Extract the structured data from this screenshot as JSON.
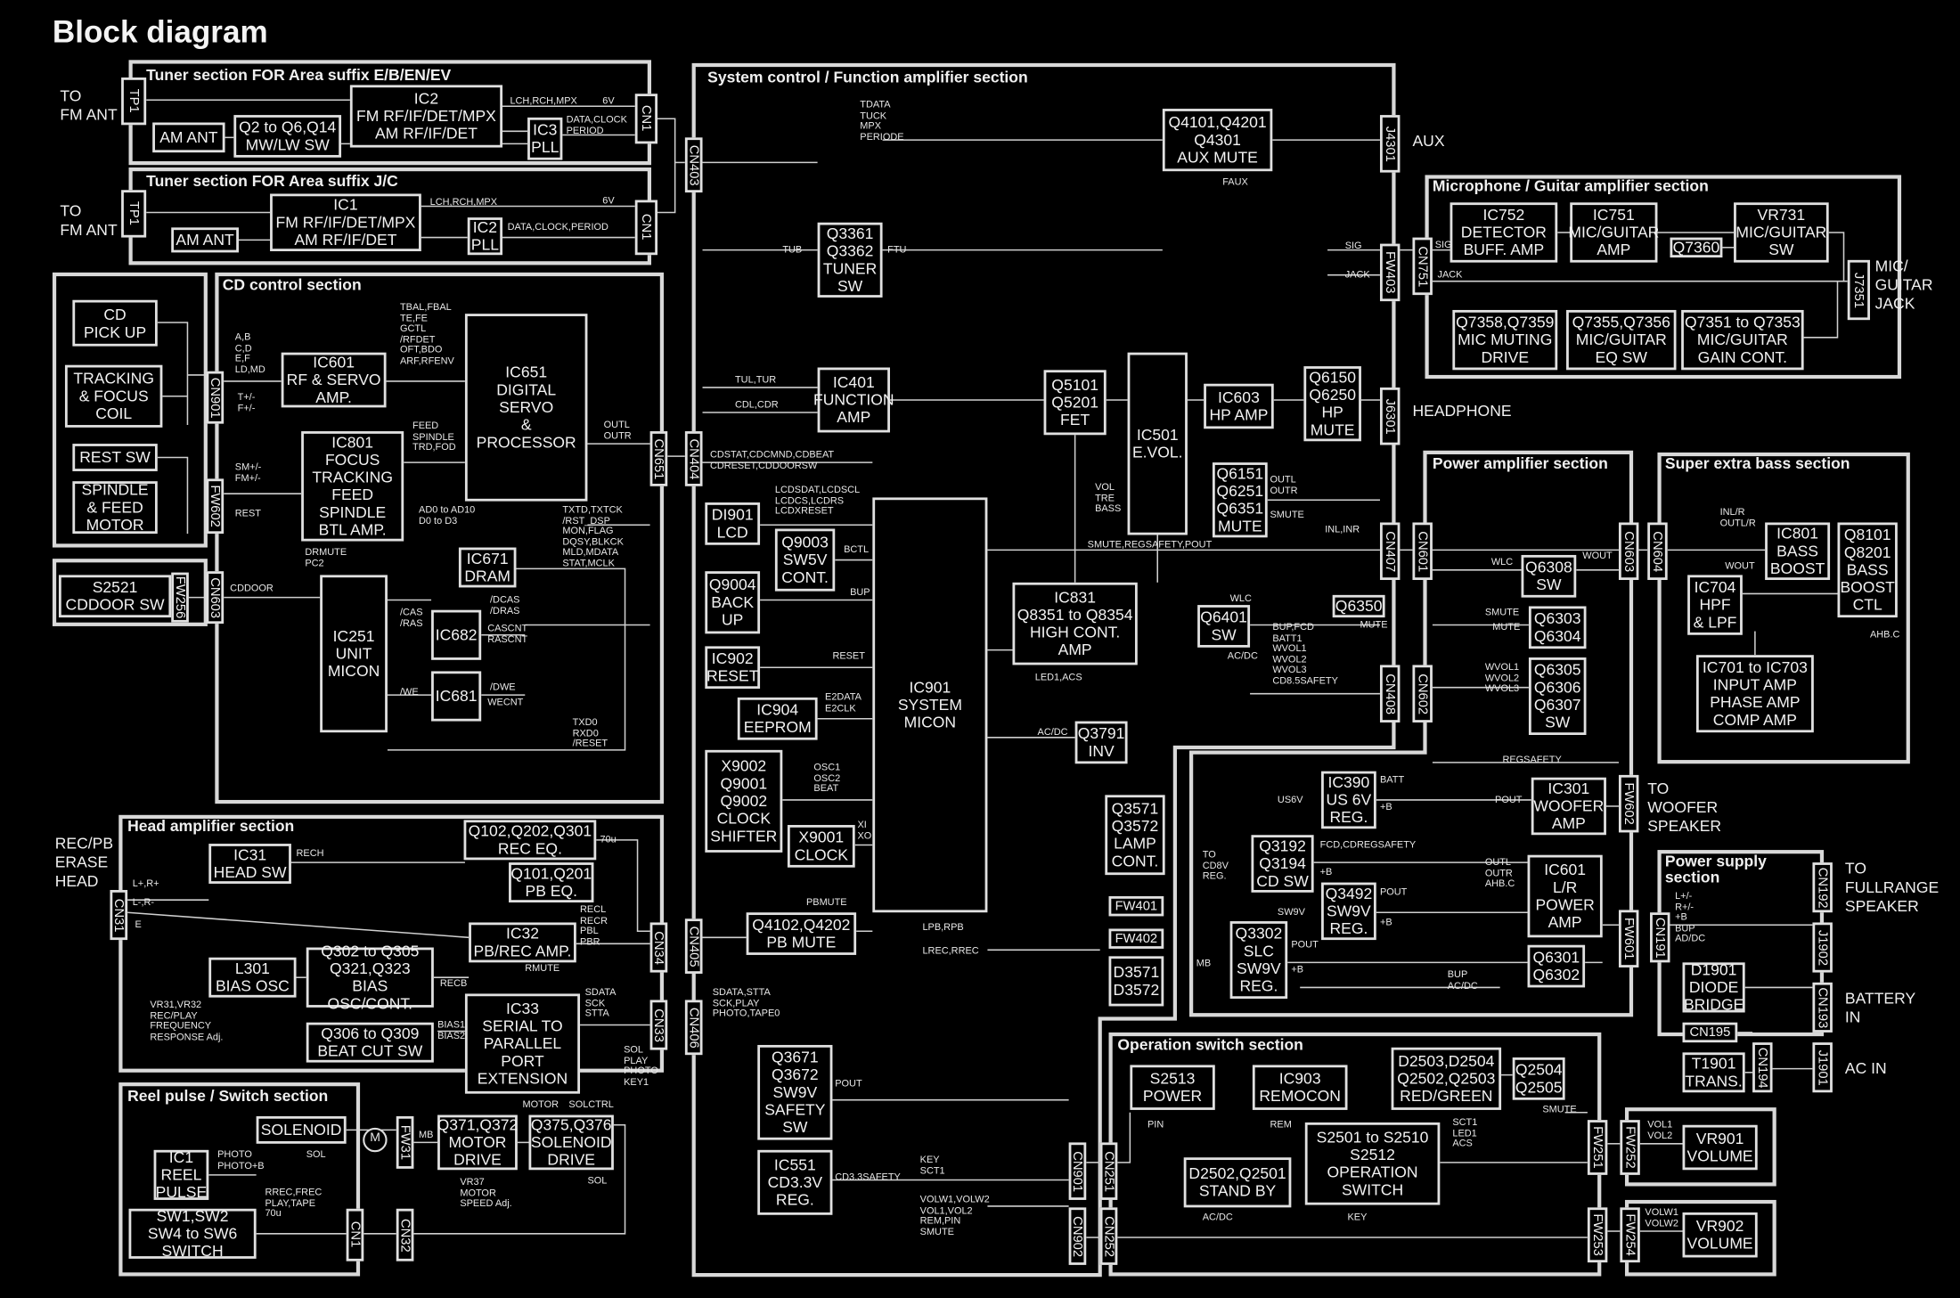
{
  "title": "Block diagram",
  "sections": {
    "tuner1": "Tuner section   FOR Area suffix E/B/EN/EV",
    "tuner2": "Tuner section   FOR Area suffix J/C",
    "cd": "CD control section",
    "head": "Head amplifier section",
    "reel": "Reel pulse / Switch section",
    "system": "System control / Function amplifier section",
    "mic": "Microphone / Guitar amplifier section",
    "power": "Power amplifier section",
    "bass": "Super extra bass section",
    "supply": "Power supply\nsection",
    "operation": "Operation switch section"
  },
  "blocks": {
    "am_ant1": "AM ANT",
    "q2": "Q2 to Q6,Q14\nMW/LW SW",
    "ic2a": "IC2\nFM RF/IF/DET/MPX\nAM RF/IF/DET",
    "ic3": "IC3\nPLL",
    "am_ant2": "AM ANT",
    "ic1t": "IC1\nFM RF/IF/DET/MPX\nAM RF/IF/DET",
    "ic2pll": "IC2\nPLL",
    "cd_pickup": "CD\nPICK UP",
    "tracking": "TRACKING\n& FOCUS\nCOIL",
    "rest_sw": "REST SW",
    "spindle": "SPINDLE\n& FEED\nMOTOR",
    "s2521": "S2521\nCDDOOR SW",
    "ic601": "IC601\nRF & SERVO\nAMP.",
    "ic651": "IC651\nDIGITAL\nSERVO\n&\nPROCESSOR",
    "ic801": "IC801\nFOCUS\nTRACKING\nFEED\nSPINDLE\nBTL AMP.",
    "ic671": "IC671\nDRAM",
    "ic682": "IC682",
    "ic681": "IC681",
    "ic251": "IC251\nUNIT\nMICON",
    "ic31": "IC31\nHEAD SW",
    "l301": "L301\nBIAS OSC",
    "q302": "Q302 to Q305\nQ321,Q323\nBIAS OSC/CONT.",
    "q306": "Q306 to Q309\nBEAT CUT SW",
    "q102": "Q102,Q202,Q301\nREC EQ.",
    "q101": "Q101,Q201\nPB EQ.",
    "ic32": "IC32\nPB/REC AMP.",
    "ic33": "IC33\nSERIAL TO\nPARALLEL\nPORT\nEXTENSION",
    "solenoid": "SOLENOID",
    "ic1reel": "IC1\nREEL\nPULSE",
    "sw1": "SW1,SW2\nSW4 to SW6\nSWITCH",
    "q371": "Q371,Q372\nMOTOR\nDRIVE",
    "q375": "Q375,Q376\nSOLENOID\nDRIVE",
    "q3361": "Q3361\nQ3362\nTUNER\nSW",
    "q4101": "Q4101,Q4201\nQ4301\nAUX MUTE",
    "ic401": "IC401\nFUNCTION\nAMP",
    "q5101": "Q5101\nQ5201\nFET",
    "ic501": "IC501\nE.VOL.",
    "ic603": "IC603\nHP AMP",
    "q6150": "Q6150\nQ6250\nHP\nMUTE",
    "q6151": "Q6151\nQ6251\nQ6351\nMUTE",
    "di901": "DI901\nLCD",
    "q9003": "Q9003\nSW5V\nCONT.",
    "q9004": "Q9004\nBACK\nUP",
    "ic902": "IC902\nRESET",
    "ic904": "IC904\nEEPROM",
    "x9002": "X9002\nQ9001\nQ9002\nCLOCK\nSHIFTER",
    "x9001": "X9001\nCLOCK",
    "ic901": "IC901\nSYSTEM\nMICON",
    "ic831": "IC831\nQ8351 to Q8354\nHIGH CONT.\nAMP",
    "q6401": "Q6401\nSW",
    "q6350": "Q6350",
    "q3791": "Q3791\nINV",
    "q3571": "Q3571\nQ3572\nLAMP\nCONT.",
    "d3571": "D3571\nD3572",
    "q4102": "Q4102,Q4202\nPB MUTE",
    "q3671": "Q3671\nQ3672\nSW9V\nSAFETY\nSW",
    "ic551": "IC551\nCD3.3V\nREG.",
    "ic752": "IC752\nDETECTOR\nBUFF. AMP",
    "ic751": "IC751\nMIC/GUITAR\nAMP",
    "q7360": "Q7360",
    "vr731": "VR731\nMIC/GUITAR\nSW",
    "q7358": "Q7358,Q7359\nMIC MUTING\nDRIVE",
    "q7355": "Q7355,Q7356\nMIC/GUITAR\nEQ SW",
    "q7351": "Q7351 to Q7353\nMIC/GUITAR\nGAIN CONT.",
    "q6308": "Q6308\nSW",
    "q6303": "Q6303\nQ6304",
    "q6305": "Q6305\nQ6306\nQ6307\nSW",
    "ic301": "IC301\nWOOFER\nAMP",
    "ic601p": "IC601\nL/R\nPOWER\nAMP",
    "q6301": "Q6301\nQ6302",
    "ic390": "IC390\nUS 6V\nREG.",
    "q3192": "Q3192\nQ3194\nCD SW",
    "q3492": "Q3492\nSW9V\nREG.",
    "q3302": "Q3302\nSLC\nSW9V\nREG.",
    "ic801b": "IC801\nBASS\nBOOST",
    "q8101": "Q8101\nQ8201\nBASS\nBOOST\nCTL",
    "ic704": "IC704\nHPF\n& LPF",
    "ic701": "IC701 to IC703\nINPUT AMP\nPHASE AMP\nCOMP AMP",
    "d1901": "D1901\nDIODE\nBRIDGE",
    "t1901": "T1901\nTRANS.",
    "s2513": "S2513\nPOWER",
    "ic903": "IC903\nREMOCON",
    "d2503": "D2503,D2504\nQ2502,Q2503\nRED/GREEN",
    "q2504": "Q2504\nQ2505",
    "d2502": "D2502,Q2501\nSTAND BY",
    "s2501": "S2501 to S2510\nS2512\nOPERATION\nSWITCH",
    "vr901": "VR901\nVOLUME",
    "vr902": "VR902\nVOLUME"
  },
  "connectors": {
    "tp1a": "TP1",
    "cn1a": "CN1",
    "tp1b": "TP1",
    "cn1b": "CN1",
    "cn901cd": "CN901",
    "fw602cd": "FW602",
    "cn603cd": "CN603",
    "fw256": "FW256",
    "cn651": "CN651",
    "cn31": "CN31",
    "cn34": "CN34",
    "cn33": "CN33",
    "cn1r": "CN1",
    "fw31": "FW31",
    "cn32": "CN32",
    "cn403": "CN403",
    "cn404": "CN404",
    "cn405": "CN405",
    "cn406": "CN406",
    "cn901s": "CN901",
    "cn902": "CN902",
    "j4301": "J4301",
    "fw403": "FW403",
    "j6301": "J6301",
    "cn407": "CN407",
    "cn408": "CN408",
    "fw401": "FW401",
    "fw402": "FW402",
    "cn751": "CN751",
    "j7351": "J7351",
    "cn601": "CN601",
    "cn602": "CN602",
    "cn603": "CN603",
    "fw602": "FW602",
    "fw601": "FW601",
    "cn604": "CN604",
    "cn191": "CN191",
    "cn195": "CN195",
    "cn192": "CN192",
    "j1902": "J1902",
    "cn193": "CN193",
    "cn194": "CN194",
    "j1901": "J1901",
    "cn251": "CN251",
    "cn252": "CN252",
    "fw251": "FW251",
    "fw253": "FW253",
    "fw252": "FW252",
    "fw254": "FW254"
  },
  "external_labels": {
    "fm_ant1": "TO\nFM ANT",
    "fm_ant2": "TO\nFM ANT",
    "head": "REC/PB\nERASE\nHEAD",
    "aux": "AUX",
    "headphone": "HEADPHONE",
    "mic_jack": "MIC/\nGUITAR\nJACK",
    "woofer": "TO\nWOOFER\nSPEAKER",
    "fullrange": "TO\nFULLRANGE\nSPEAKER",
    "battery": "BATTERY\nIN",
    "acin": "AC IN"
  },
  "signals": {
    "t1": "LCH,RCH,MPX",
    "t2": "6V",
    "t3": "DATA,CLOCK\nPERIOD",
    "t4": "LCH,RCH,MPX",
    "t5": "6V",
    "t6": "DATA,CLOCK,PERIOD",
    "c1": "A,B\nC,D\nE,F\nLD,MD",
    "c2": "T+/-\nF+/-",
    "c3": "SM+/-\nFM+/-",
    "c4": "REST",
    "c5": "CDDOOR",
    "c6": "TBAL,FBAL\nTE,FE\nGCTL\n/RFDET\nOFT,BDO\nARF,RFENV",
    "c7": "FEED\nSPINDLE\nTRD,FOD",
    "c8": "AD0 to AD10\nD0 to D3",
    "c9": "DRMUTE\nPC2",
    "c10": "OUTL\nOUTR",
    "c11": "TXTD,TXTCK\n/RST_DSP\nMON,FLAG\nDQSY,BLKCK\nMLD,MDATA\nSTAT,MCLK",
    "c12": "/CAS\n/RAS",
    "c13": "/DCAS\n/DRAS",
    "c14": "CASCNT\nRASCNT",
    "c15": "/WE",
    "c16": "/DWE",
    "c17": "WECNT",
    "c18": "TXD0\nRXD0\n/RESET",
    "h1": "RECH",
    "h2": "L+,R+",
    "h3": "L-,R-",
    "h4": "E",
    "h5": "RECB",
    "h6": "RMUTE",
    "h7": "BIAS1\nBIAS2",
    "h8": "70u",
    "h9": "RECL\nRECR\nPBL\nPBR",
    "h10": "SDATA\nSCK\nSTTA",
    "h11": "MOTOR",
    "h12": "SOLCTRL",
    "h13": "SOL\nPLAY\nPHOTO\nKEY1",
    "h14": "VR31,VR32\nREC/PLAY\nFREQUENCY\nRESPONSE Adj.",
    "r1": "SOL",
    "r2": "PHOTO\nPHOTO+B",
    "r3": "RREC,FREC\nPLAY,TAPE\n70u",
    "r4": "MB",
    "r5": "SOL",
    "r6": "VR37\nMOTOR\nSPEED Adj.",
    "r7": "M",
    "s1": "TDATA\nTUCK\nMPX\nPERIODE",
    "s2": "TUB",
    "s3": "FTU",
    "s4": "FAUX",
    "s5": "SIG",
    "s6": "JACK",
    "s7": "TUL,TUR",
    "s8": "CDL,CDR",
    "s9": "CDSTAT,CDCMND,CDBEAT\nCDRESET,CDDOORSW",
    "s10": "LCDSDAT,LCDSCL\nLCDCS,LCDRS\nLCDXRESET",
    "s11": "BCTL",
    "s12": "BUP",
    "s13": "RESET",
    "s14": "E2DATA\nE2CLK",
    "s15": "OSC1\nOSC2\nBEAT",
    "s16": "XI\nXO",
    "s17": "PBMUTE",
    "s18": "LPB,RPB",
    "s19": "LREC,RREC",
    "s20": "SDATA,STTA\nSCK,PLAY\nPHOTO,TAPE0",
    "s21": "POUT",
    "s22": "KEY\nSCT1",
    "s23": "CD3.3SAFETY",
    "s24": "VOLW1,VOLW2\nVOL1,VOL2\nREM,PIN\nSMUTE",
    "s25": "VOL\nTRE\nBASS",
    "s26": "SMUTE,REGSAFETY,POUT",
    "s27": "LED1,ACS",
    "s28": "AC/DC",
    "s29": "OUTL\nOUTR",
    "s30": "SMUTE",
    "s31": "INL,INR",
    "s32": "WLC",
    "s33": "AC/DC",
    "s34": "MUTE",
    "s35": "BUP,FCD\nBATT1\nWVOL1\nWVOL2\nWVOL3\nCD8.5SAFETY",
    "m1": "SIG",
    "m2": "JACK",
    "p1": "WLC",
    "p2": "WOUT",
    "p3": "SMUTE",
    "p4": "MUTE",
    "p5": "WVOL1\nWVOL2\nWVOL3",
    "p6": "REGSAFETY",
    "p7": "POUT",
    "p8": "OUTL\nOUTR\nAHB.C",
    "p9": "BUP\nAC/DC",
    "p10": "BATT",
    "p11": "US6V",
    "p12": "+B",
    "p13": "FCD,CDREGSAFETY",
    "p14": "TO\nCD8V\nREG.",
    "p15": "+B",
    "p16": "POUT",
    "p17": "SW9V",
    "p18": "+B",
    "p19": "POUT",
    "p20": "+B",
    "p21": "MB",
    "b1": "INL/R\nOUTL/R",
    "b2": "WOUT",
    "b3": "AHB.C",
    "ps1": "L+/-\nR+/-\n+B\nBUP\nAD/DC",
    "o1": "PIN",
    "o2": "REM",
    "o3": "SCT1\nLED1\nACS",
    "o4": "SMUTE",
    "o5": "AC/DC",
    "o6": "KEY",
    "o7": "VOL1\nVOL2",
    "o8": "VOLW1\nVOLW2"
  }
}
